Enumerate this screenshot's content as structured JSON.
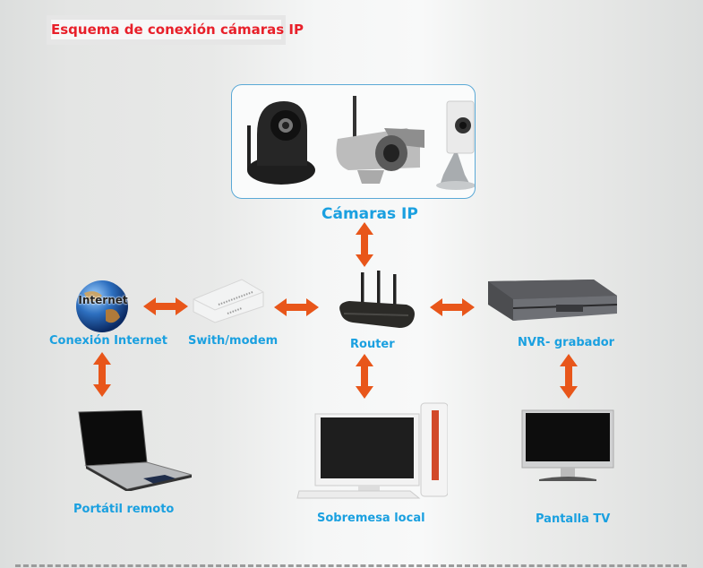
{
  "title": "Esquema de conexión cámaras IP",
  "colors": {
    "title": "#e8202a",
    "label": "#1aa0e0",
    "arrow": "#e8561a",
    "frame": "#5aa9d6"
  },
  "nodes": {
    "cameras": {
      "label": "Cámaras IP",
      "icon": "ip-cameras-icon"
    },
    "internet": {
      "label": "Conexión Internet",
      "icon": "globe-icon",
      "badge": "Internet"
    },
    "switch": {
      "label": "Swith/modem",
      "icon": "modem-icon"
    },
    "router": {
      "label": "Router",
      "icon": "router-icon"
    },
    "nvr": {
      "label": "NVR- grabador",
      "icon": "nvr-icon"
    },
    "laptop": {
      "label": "Portátil remoto",
      "icon": "laptop-icon"
    },
    "desktop": {
      "label": "Sobremesa local",
      "icon": "desktop-icon"
    },
    "tv": {
      "label": "Pantalla TV",
      "icon": "monitor-icon"
    }
  },
  "connections": [
    [
      "cameras",
      "router"
    ],
    [
      "internet",
      "switch"
    ],
    [
      "switch",
      "router"
    ],
    [
      "router",
      "nvr"
    ],
    [
      "internet",
      "laptop"
    ],
    [
      "router",
      "desktop"
    ],
    [
      "nvr",
      "tv"
    ]
  ]
}
